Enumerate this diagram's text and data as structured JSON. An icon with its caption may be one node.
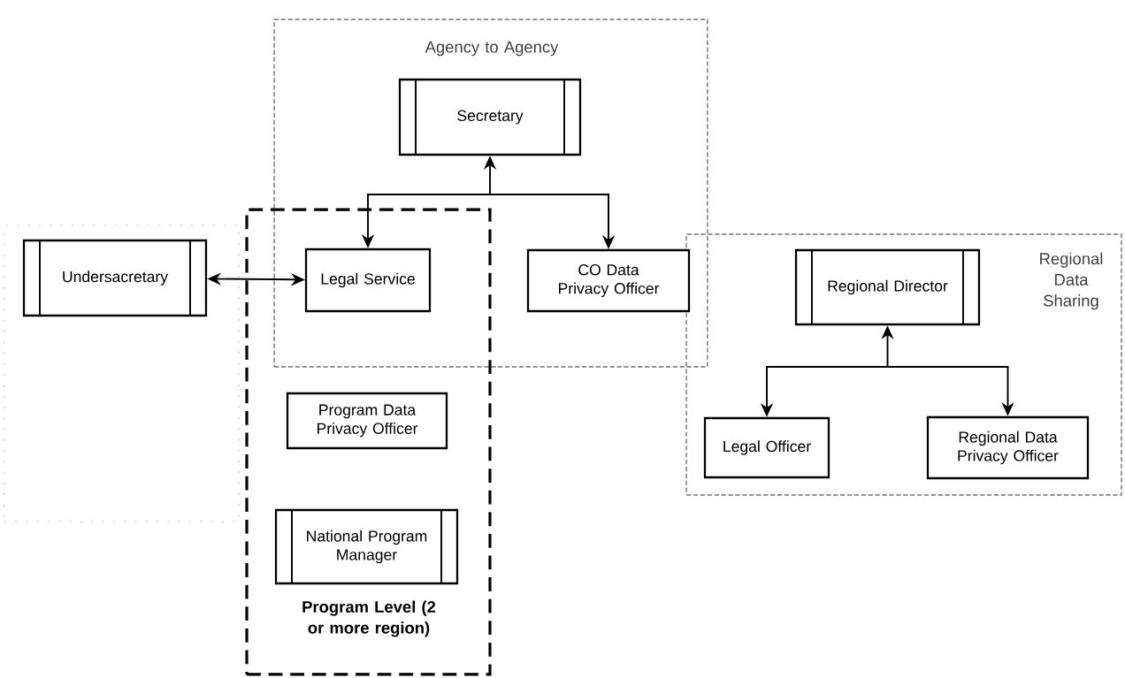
{
  "diagram": {
    "nodes": [
      {
        "text": [
          "Agency to Agency"
        ]
      },
      {
        "text": [
          "Secretary"
        ],
        "in": 0
      },
      {
        "text": [
          "Program Level (2 or more region)"
        ]
      },
      {
        "text": [
          "Legal Service"
        ]
      },
      {
        "text": [
          "CO Data Privacy Officer"
        ],
        "in": 0
      },
      {
        "text": [],
        "shape": "box"
      },
      {
        "text": [
          "Undersacretary"
        ],
        "in": 5
      },
      {
        "text": [
          "Program Data Privacy  Officer"
        ],
        "in": 2
      },
      {
        "text": [
          "National Program Manager"
        ],
        "in": 2
      },
      {
        "text": [
          "Regional Data Sharing"
        ]
      },
      {
        "text": [
          "Regional Director"
        ],
        "in": 9
      },
      {
        "text": [
          "Legal Officer"
        ],
        "in": 9
      },
      {
        "text": [
          "Regional Data Privacy Officer"
        ],
        "in": 9
      }
    ],
    "edges": [
      {
        "from": 1,
        "to": 3,
        "arrow": "both"
      },
      {
        "from": 1,
        "to": 4,
        "arrow": "both"
      },
      {
        "from": 6,
        "to": 3,
        "arrow": "both"
      },
      {
        "from": 10,
        "to": 11,
        "arrow": "both"
      },
      {
        "from": 10,
        "to": 12,
        "arrow": "both"
      }
    ]
  }
}
